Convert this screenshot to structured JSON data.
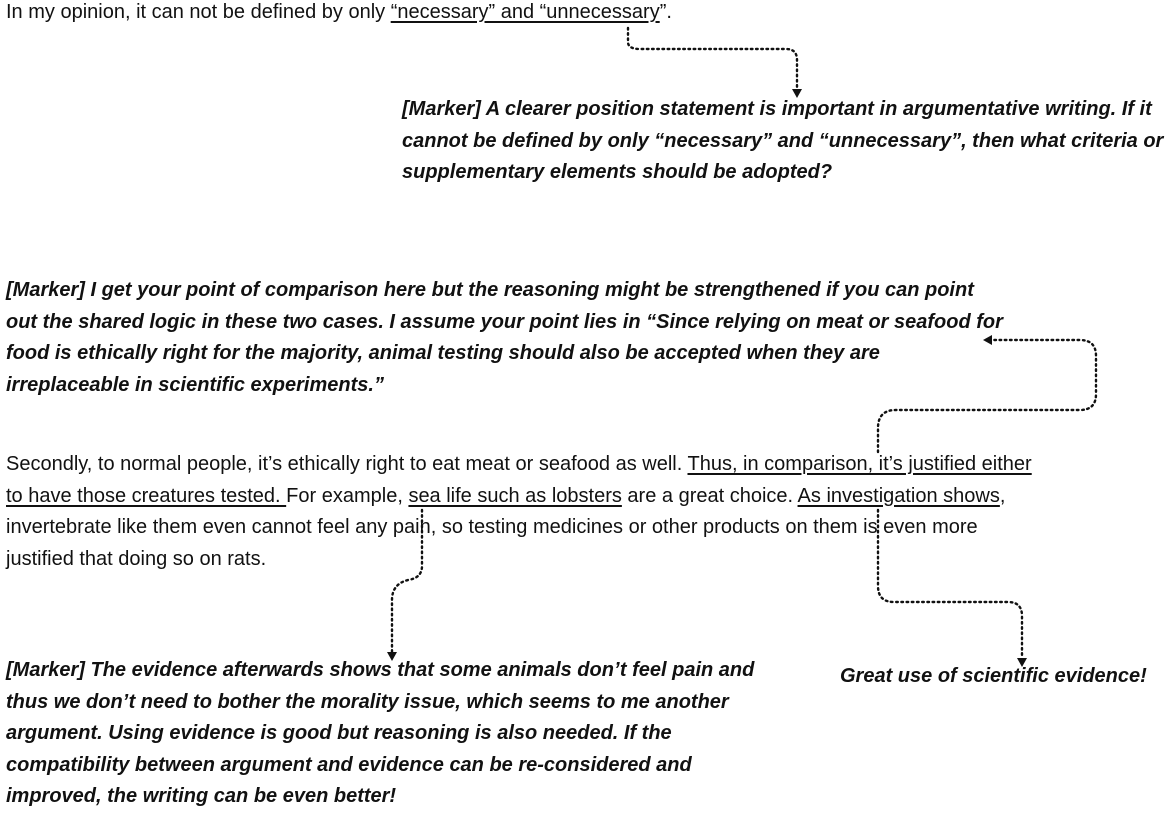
{
  "paragraph1": {
    "prefix": "In my opinion, it can not be defined by only ",
    "underlined": "“necessary” and “unnecessary",
    "suffix": "”."
  },
  "comment1": {
    "lines": [
      "[Marker] A clearer position statement is important in argumentative writing. If it",
      "cannot be defined by only “necessary” and “unnecessary”, then what criteria or",
      "supplementary elements should be adopted?"
    ]
  },
  "comment2": {
    "lines": [
      "[Marker] I get your point of comparison here but the reasoning might be strengthened if you can point",
      "out the shared logic in these two cases. I assume your point lies in “Since relying on meat or seafood for",
      "food is ethically right for the majority, animal testing should also be accepted when they are",
      "irreplaceable in scientific experiments.”"
    ]
  },
  "paragraph2": {
    "line1_plain": "Secondly, to normal people, it’s ethically right to eat meat or seafood as well. ",
    "line1_underlined": "Thus, in comparison, it’s justified either",
    "line2_underlined": "to have those creatures tested. ",
    "line2_plain_a": "For example, ",
    "line2_underlined_b": "sea life such as lobsters",
    "line2_plain_c": " are a great choice. ",
    "line2_underlined_d": "As investigation shows",
    "line2_plain_e": ",",
    "line3": "invertebrate like them even cannot feel any pain, so testing medicines or other products on them is even more",
    "line4": "justified that doing so on rats."
  },
  "comment3": {
    "lines": [
      "[Marker] The evidence afterwards shows that some animals don’t feel pain and",
      "thus we don’t need to bother the morality issue, which seems to me another",
      "argument. Using evidence is good but reasoning is also needed. If the",
      "compatibility between argument and evidence can be re-considered and",
      "improved, the writing can be even better!"
    ]
  },
  "comment4": {
    "text": "Great use of scientific evidence!"
  }
}
